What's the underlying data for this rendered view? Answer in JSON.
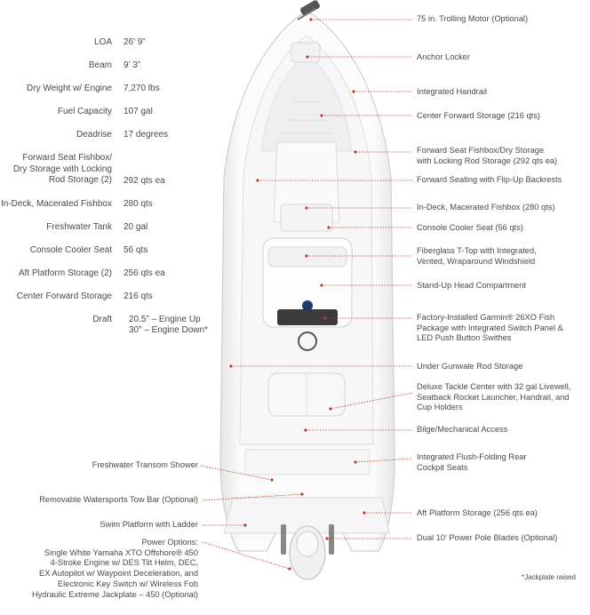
{
  "specs": [
    {
      "label": "LOA",
      "value": "26’ 9”"
    },
    {
      "label": "Beam",
      "value": "9’ 3”"
    },
    {
      "label": "Dry Weight w/ Engine",
      "value": "7,270 lbs"
    },
    {
      "label": "Fuel Capacity",
      "value": "107 gal"
    },
    {
      "label": "Deadrise",
      "value": "17 degrees"
    },
    {
      "label": "Forward Seat Fishbox/\nDry Storage with Locking\nRod Storage (2)",
      "value": "292 qts ea"
    },
    {
      "label": "In-Deck, Macerated Fishbox",
      "value": "280 qts"
    },
    {
      "label": "Freshwater Tank",
      "value": "20 gal"
    },
    {
      "label": "Console Cooler Seat",
      "value": "56 qts"
    },
    {
      "label": "Aft Platform Storage (2)",
      "value": "256 qts ea"
    },
    {
      "label": "Center Forward Storage",
      "value": "216 qts"
    },
    {
      "label": "Draft",
      "value": "20.5” – Engine Up\n30” – Engine Down*"
    }
  ],
  "callouts_right": [
    "75 in. Trolling Motor (Optional)",
    "Anchor Locker",
    "Integrated Handrail",
    "Center Forward Storage (216 qts)",
    "Forward Seat Fishbox/Dry Storage\nwith Locking Rod Storage (292 qts ea)",
    "Forward Seating with Flip-Up Backrests",
    "In-Deck, Macerated Fishbox (280 qts)",
    "Console Cooler Seat (56 qts)",
    "Fiberglass T-Top with Integrated,\nVented, Wraparound Windshield",
    "Stand-Up Head Compartment",
    "Factory-Installed Garmin® 26XO Fish\nPackage with Integrated Switch Panel &\nLED Push Button Swithes",
    "Under Gunwale Rod Storage",
    "Deluxe Tackle Center with 32 gal Livewell,\nSeatback Rocket Launcher, Handrail, and\nCup Holders",
    "Bilge/Mechanical Access",
    "Integrated Flush-Folding Rear\nCockpit Seats",
    "Aft Platform Storage (256 qts ea)",
    "Dual 10’ Power Pole Blades (Optional)"
  ],
  "callouts_left": [
    "Freshwater Transom Shower",
    "Removable Watersports Tow Bar (Optional)",
    "Swim Platform with Ladder"
  ],
  "power_options": "Power Options:\nSingle White Yamaha XTO Offshore® 450\n4-Stroke Engine w/ DES Tilt Helm, DEC,\nEX Autopilot w/ Waypoint Deceleration, and\nElectronic Key Switch w/ Wireless Fob\nHydraulic Extreme Jackplate – 450 (Optional)",
  "footnote": "*Jackplate raised",
  "colors": {
    "leader": "#c0392b",
    "hull": "#f4f4f4",
    "outline": "#cfcfcf",
    "text": "#4a4a4a"
  }
}
